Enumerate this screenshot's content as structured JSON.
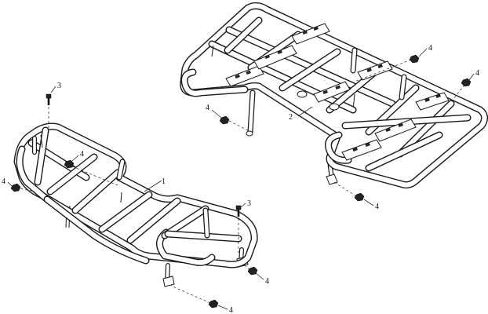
{
  "callouts": {
    "c1": "1",
    "c2": "2",
    "c3_top": "3",
    "c3_mid": "3",
    "c4_front_left": "4",
    "c4_front_inner": "4",
    "c4_front_mid": "4",
    "c4_front_bottom": "4",
    "c4_rear_left": "4",
    "c4_rear_top": "4",
    "c4_rear_right": "4",
    "c4_rear_bottom": "4"
  },
  "colors": {
    "line": "#1a1a1a",
    "background": "#ffffff"
  }
}
